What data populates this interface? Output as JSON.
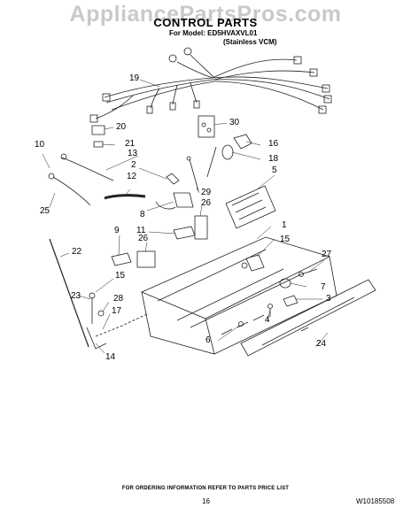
{
  "watermark": "AppliancePartsPros.com",
  "header": {
    "title": "CONTROL PARTS",
    "model_line": "For Model: ED5HVAXVL01",
    "variant_line": "(Stainless VCM)"
  },
  "callouts": [
    "19",
    "30",
    "20",
    "16",
    "21",
    "10",
    "18",
    "13",
    "2",
    "5",
    "12",
    "29",
    "25",
    "8",
    "26",
    "1",
    "9",
    "11",
    "26",
    "15",
    "22",
    "27",
    "15",
    "7",
    "23",
    "28",
    "4",
    "3",
    "17",
    "6",
    "24",
    "14"
  ],
  "footer": {
    "ordering_note": "FOR ORDERING INFORMATION REFER TO PARTS PRICE LIST",
    "page_number": "16",
    "document_number": "W10185508"
  }
}
